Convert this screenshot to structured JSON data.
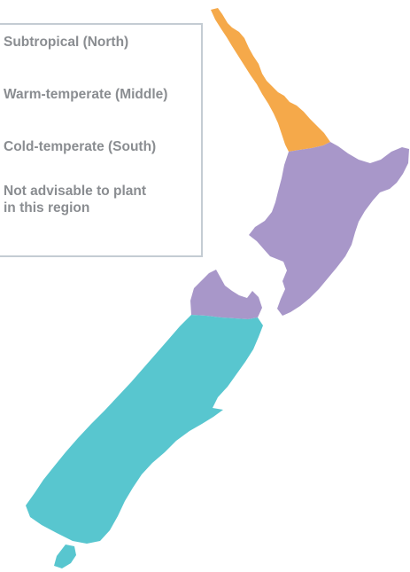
{
  "legend": {
    "items": [
      {
        "label": "Subtropical (North)",
        "color": "#f5a94a"
      },
      {
        "label": "Warm-temperate (Middle)",
        "color": "#a897c9"
      },
      {
        "label": "Cold-temperate (South)",
        "color": "#58c6cf"
      },
      {
        "label": "Not advisable to plant\nin this region",
        "color": "#ffffff"
      }
    ]
  },
  "regions": {
    "subtropical": {
      "color": "#f5a94a"
    },
    "warm_temperate": {
      "color": "#a897c9"
    },
    "cold_temperate": {
      "color": "#58c6cf"
    }
  }
}
